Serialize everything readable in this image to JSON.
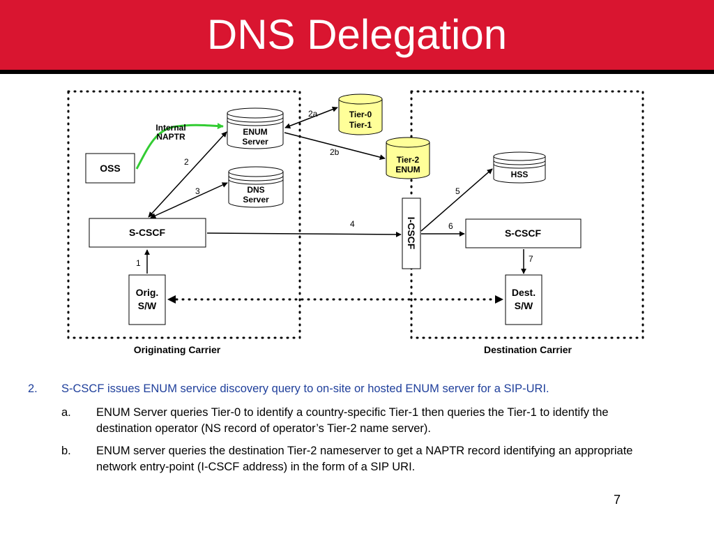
{
  "title": "DNS Delegation",
  "diagram": {
    "originating_carrier": "Originating Carrier",
    "destination_carrier": "Destination Carrier",
    "oss": "OSS",
    "internal_naptr": [
      "Internal",
      "NAPTR"
    ],
    "enum_server": [
      "ENUM",
      "Server"
    ],
    "dns_server": [
      "DNS",
      "Server"
    ],
    "tier01": [
      "Tier-0",
      "Tier-1"
    ],
    "tier2": [
      "Tier-2",
      "ENUM"
    ],
    "hss": "HSS",
    "scscf_orig": "S-CSCF",
    "scscf_dest": "S-CSCF",
    "icscf": "I-CSCF",
    "orig_sw": [
      "Orig.",
      "S/W"
    ],
    "dest_sw": [
      "Dest.",
      "S/W"
    ],
    "steps": {
      "s1": "1",
      "s2": "2",
      "s2a": "2a",
      "s2b": "2b",
      "s3": "3",
      "s4": "4",
      "s5": "5",
      "s6": "6",
      "s7": "7"
    },
    "colors": {
      "tier_fill": "#ffff99",
      "naptr_arrow": "#33cc33",
      "title_bar": "#d91530"
    }
  },
  "bullets": {
    "main": {
      "num": "2.",
      "text": "S-CSCF issues ENUM service discovery query to on-site or hosted ENUM server for a SIP-URI."
    },
    "sub": [
      {
        "letter": "a.",
        "text": "ENUM Server queries Tier-0 to identify a country-specific Tier-1 then queries the Tier-1 to identify the destination operator (NS record of operator’s Tier-2 name server)."
      },
      {
        "letter": "b.",
        "text": "ENUM server queries the destination Tier-2 nameserver to get a NAPTR record identifying an appropriate network entry-point (I-CSCF address) in the form of a SIP URI."
      }
    ]
  },
  "page_number": "7"
}
